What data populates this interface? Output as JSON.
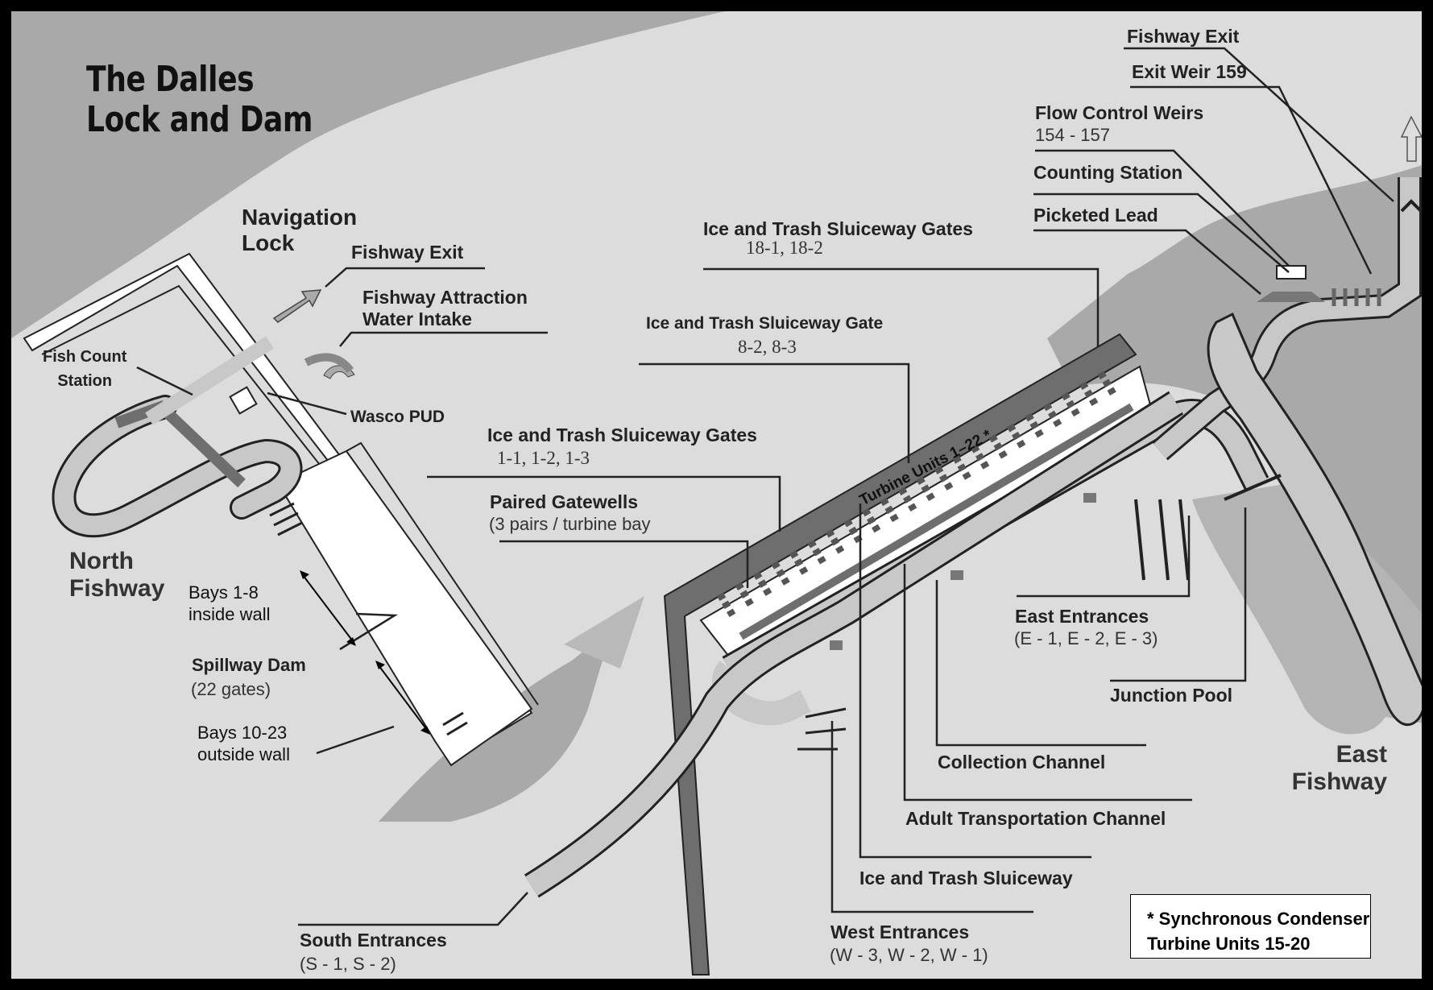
{
  "title": {
    "line1": "The Dalles",
    "line2": "Lock and Dam"
  },
  "labels": {
    "navigation_lock": {
      "line1": "Navigation",
      "line2": "Lock"
    },
    "fishway_exit_north": "Fishway Exit",
    "attraction_intake": {
      "line1": "Fishway Attraction",
      "line2": "Water Intake"
    },
    "fish_count_station": {
      "line1": "Fish Count",
      "line2": "Station"
    },
    "wasco_pud": "Wasco PUD",
    "north_fishway": {
      "line1": "North",
      "line2": "Fishway"
    },
    "bays_inside": {
      "line1": "Bays 1-8",
      "line2": "inside wall"
    },
    "spillway_dam": {
      "name": "Spillway Dam",
      "detail": "(22 gates)"
    },
    "bays_outside": {
      "line1": "Bays 10-23",
      "line2": "outside wall"
    },
    "sluiceway_gates_1": {
      "name": "Ice and Trash Sluiceway Gates",
      "detail": "1-1, 1-2, 1-3"
    },
    "paired_gatewells": {
      "name": "Paired Gatewells",
      "detail": "(3 pairs / turbine bay"
    },
    "sluiceway_gate_8": {
      "name": "Ice and Trash Sluiceway Gate",
      "detail": "8-2, 8-3"
    },
    "sluiceway_gates_18": {
      "name": "Ice and Trash Sluiceway Gates",
      "detail": "18-1, 18-2"
    },
    "turbine_units": "Turbine Units 1–22 *",
    "fishway_exit_east": "Fishway Exit",
    "exit_weir": "Exit Weir 159",
    "flow_control_weirs": {
      "name": "Flow Control Weirs",
      "detail": "154 - 157"
    },
    "counting_station": "Counting Station",
    "picketed_lead": "Picketed Lead",
    "east_entrances": {
      "name": "East Entrances",
      "detail": "(E - 1,  E - 2, E - 3)"
    },
    "junction_pool": "Junction Pool",
    "collection_channel": "Collection Channel",
    "adult_transport_channel": "Adult Transportation Channel",
    "ice_trash_sluiceway": "Ice and Trash Sluiceway",
    "west_entrances": {
      "name": "West Entrances",
      "detail": "(W - 3, W - 2, W - 1)"
    },
    "south_entrances": {
      "name": "South Entrances",
      "detail": "(S - 1, S - 2)"
    },
    "east_fishway": {
      "line1": "East",
      "line2": "Fishway"
    }
  },
  "note": {
    "line1": "* Synchronous Condenser",
    "line2": "Turbine Units 15-20"
  },
  "colors": {
    "land": "#a9a9a9",
    "water": "#dcdcdc",
    "channel": "#c8c8c8",
    "structure": "#6e6e6e",
    "line": "#222222"
  }
}
